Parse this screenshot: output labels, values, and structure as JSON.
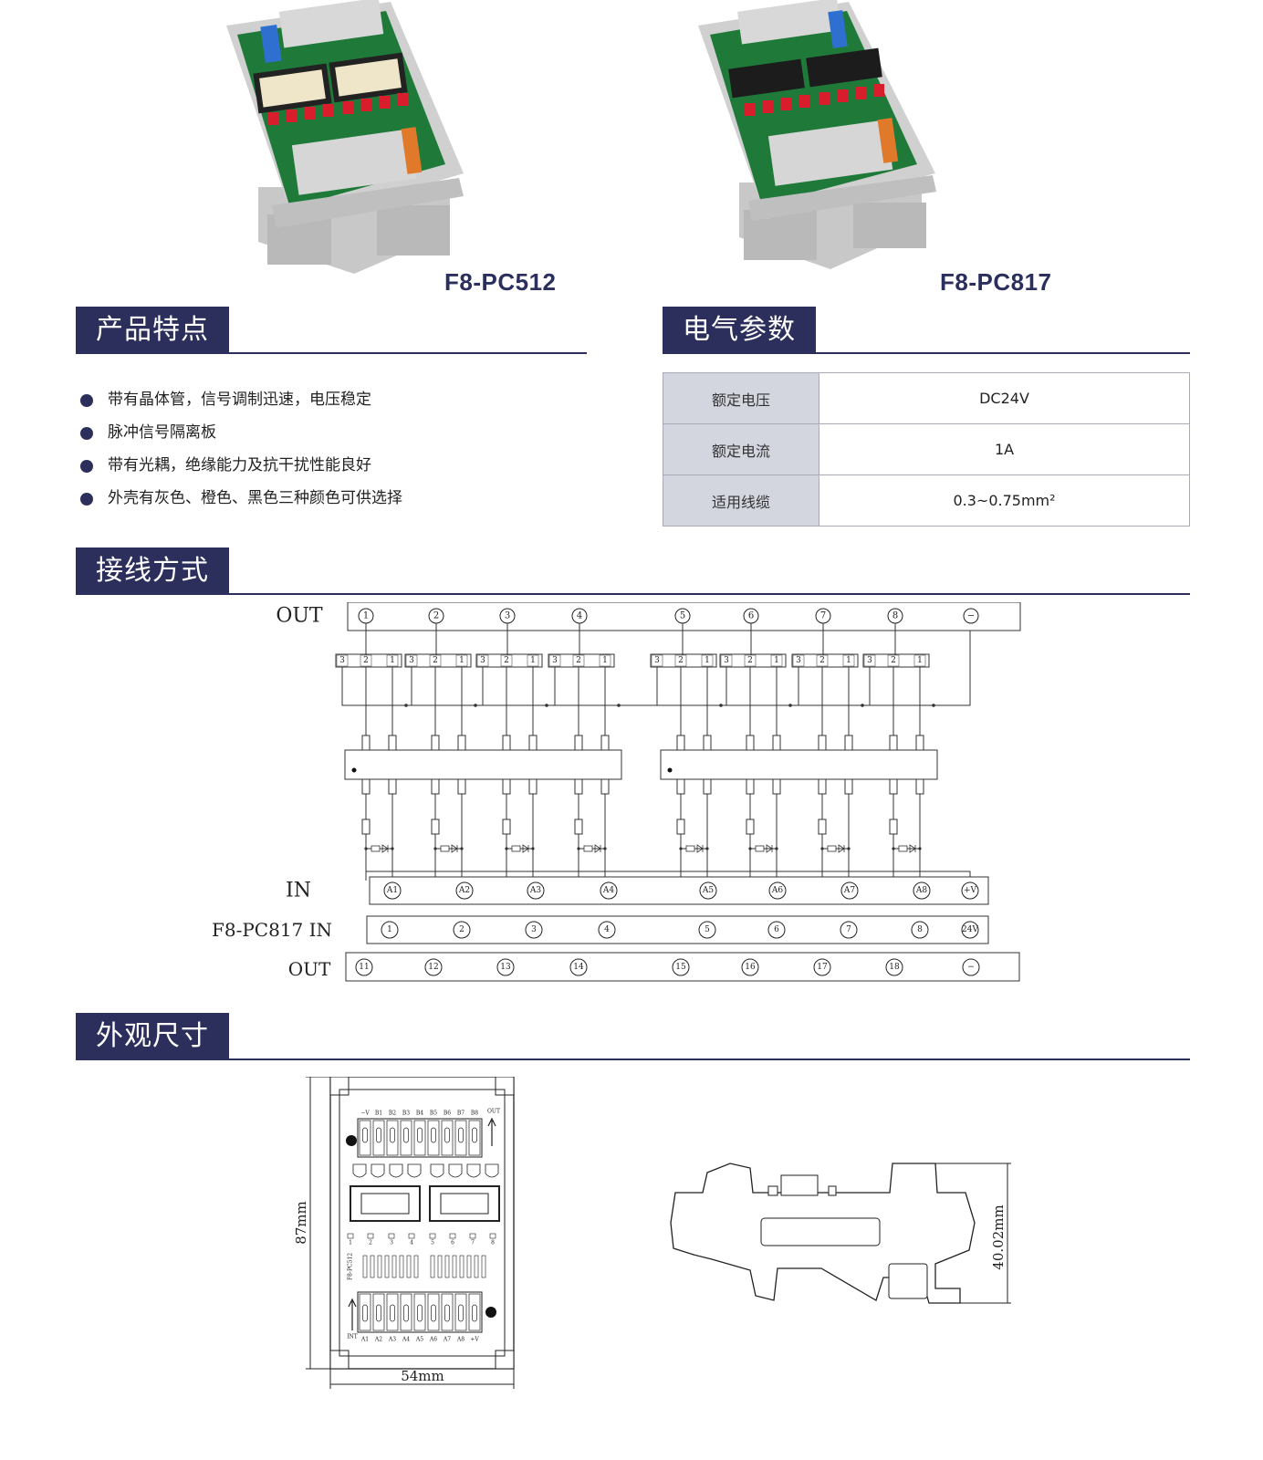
{
  "products": [
    {
      "model": "F8-PC512"
    },
    {
      "model": "F8-PC817"
    }
  ],
  "features_section": {
    "title": "产品特点",
    "items": [
      "带有晶体管，信号调制迅速，电压稳定",
      "脉冲信号隔离板",
      "带有光耦，绝缘能力及抗干扰性能良好",
      "外壳有灰色、橙色、黑色三种颜色可供选择"
    ]
  },
  "electrical_section": {
    "title": "电气参数",
    "rows": [
      {
        "label": "额定电压",
        "value": "DC24V"
      },
      {
        "label": "额定电流",
        "value": "1A"
      },
      {
        "label": "适用线缆",
        "value": "0.3~0.75mm²"
      }
    ]
  },
  "wiring_section": {
    "title": "接线方式",
    "labels": {
      "top_out": "OUT",
      "in": "IN",
      "pc817_in": "F8-PC817 IN",
      "bottom_out": "OUT"
    },
    "top_out_terminals": [
      "1",
      "2",
      "3",
      "4",
      "5",
      "6",
      "7",
      "8",
      "−"
    ],
    "pin_labels": [
      "3",
      "2",
      "1"
    ],
    "in_terminals": [
      "A1",
      "A2",
      "A3",
      "A4",
      "A5",
      "A6",
      "A7",
      "A8",
      "+V"
    ],
    "pc817_in_terminals": [
      "1",
      "2",
      "3",
      "4",
      "5",
      "6",
      "7",
      "8",
      "24V"
    ],
    "bottom_out_terminals": [
      "11",
      "12",
      "13",
      "14",
      "15",
      "16",
      "17",
      "18",
      "−"
    ]
  },
  "dimensions_section": {
    "title": "外观尺寸",
    "height_label": "87mm",
    "width_label": "54mm",
    "side_height_label": "40.02mm",
    "board_model": "F8-PC512",
    "top_row_labels": [
      "−V",
      "B1",
      "B2",
      "B3",
      "B4",
      "B5",
      "B6",
      "B7",
      "B8"
    ],
    "bottom_row_labels": [
      "A1",
      "A2",
      "A3",
      "A4",
      "A5",
      "A6",
      "A7",
      "A8",
      "+V"
    ],
    "out_label": "OUT",
    "int_label": "INT"
  },
  "colors": {
    "navy": "#2c2f5c",
    "table_key_bg": "#d3d5df"
  }
}
